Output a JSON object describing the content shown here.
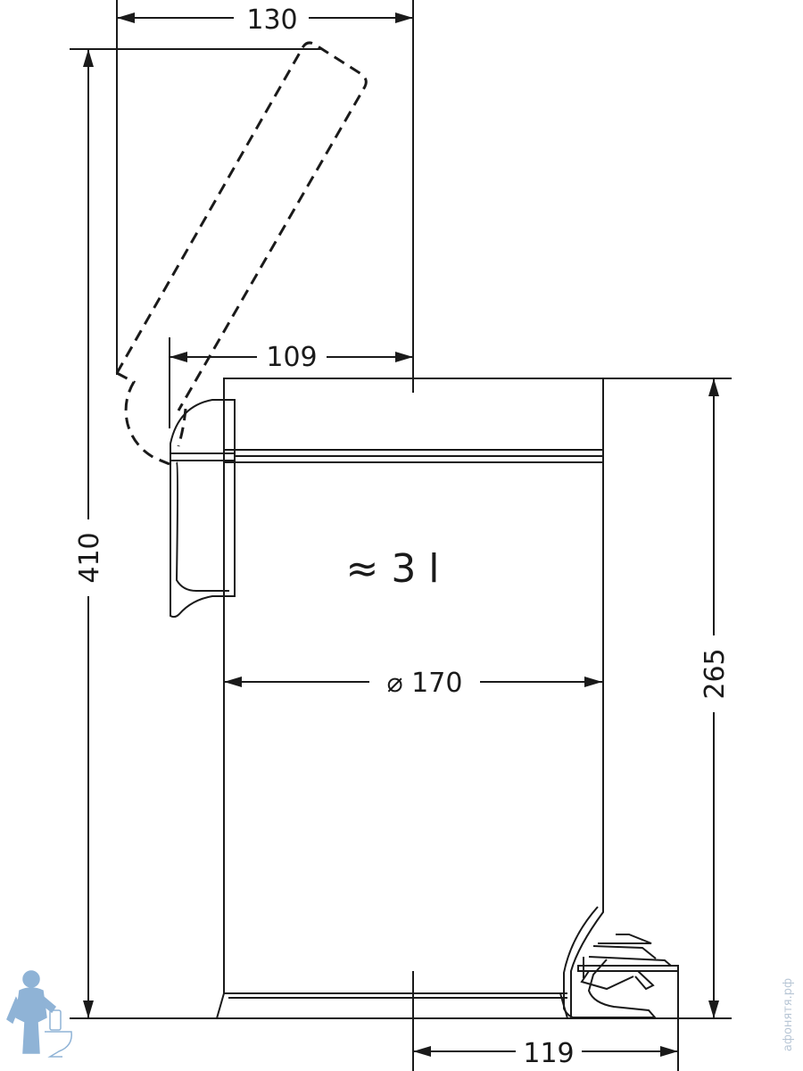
{
  "dimensions": {
    "lid_open_width": "130",
    "lid_hinge_to_center": "109",
    "total_height_open": "410",
    "body_height": "265",
    "diameter": "⌀ 170",
    "pedal_depth": "119"
  },
  "capacity_label": "≈ 3 l",
  "watermark": {
    "site_text": "афонятя.рф"
  },
  "colors": {
    "line": "#1a1a1a",
    "watermark": "#7fa8d0"
  }
}
